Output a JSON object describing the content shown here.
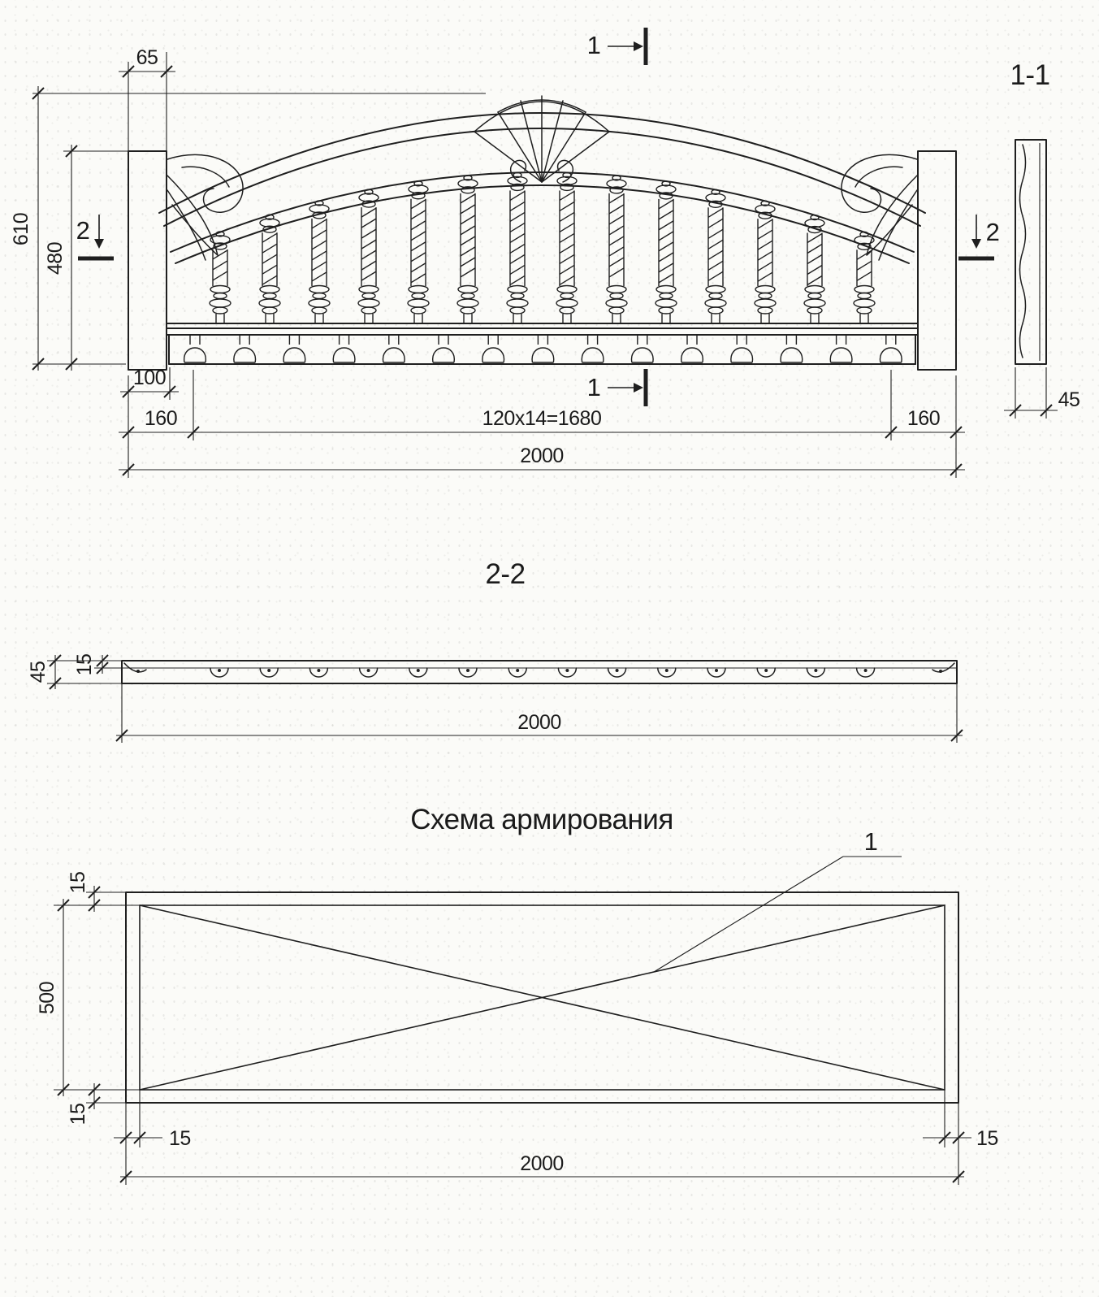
{
  "elevation": {
    "section1_top_label": "1",
    "section1_bottom_label": "1",
    "section2_left_label": "2",
    "section2_right_label": "2",
    "dim_post_width": "65",
    "dim_total_height": "610",
    "dim_panel_height": "480",
    "dim_bottom_offset": "100",
    "dim_left_margin": "160",
    "dim_baluster_spacing": "120x14=1680",
    "dim_right_margin": "160",
    "dim_total_width": "2000",
    "baluster_count": 14,
    "knob_count": 15
  },
  "side_section": {
    "title": "1-1",
    "dim_thickness": "45"
  },
  "section22": {
    "title": "2-2",
    "dim_height": "45",
    "dim_top_offset": "15",
    "dim_total_width": "2000",
    "socket_count": 14
  },
  "reinforcement": {
    "title": "Схема армирования",
    "callout_label": "1",
    "dim_top_cover": "15",
    "dim_height": "500",
    "dim_bottom_cover": "15",
    "dim_left_cover": "15",
    "dim_right_cover": "15",
    "dim_total_width": "2000"
  }
}
